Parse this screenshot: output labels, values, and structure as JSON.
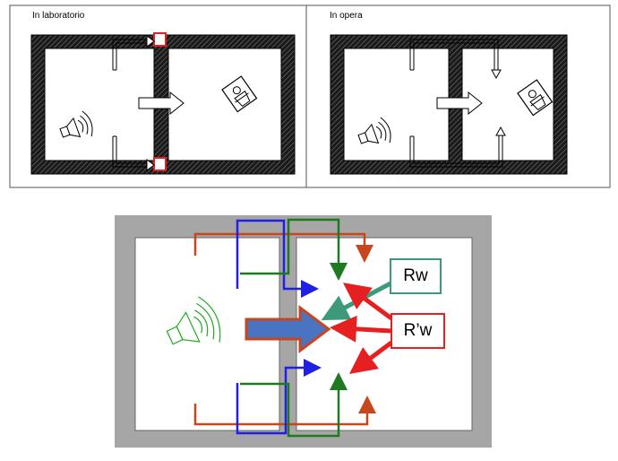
{
  "top_left": {
    "label": "In laboratorio"
  },
  "top_right": {
    "label": "In opera"
  },
  "bottom": {
    "rw_label": "Rw",
    "rpw_label": "R’w"
  },
  "colors": {
    "wall_dark": "#2a2a2a",
    "wall_grey": "#a6a6a6",
    "flank_orange": "#c8461e",
    "flank_blue": "#1f1fe6",
    "flank_green": "#1f7a1f",
    "direct_fill": "#4a74c0",
    "rw_box": "#3a9a7a",
    "rpw_box": "#e62020",
    "speaker_green": "#22aa22"
  }
}
